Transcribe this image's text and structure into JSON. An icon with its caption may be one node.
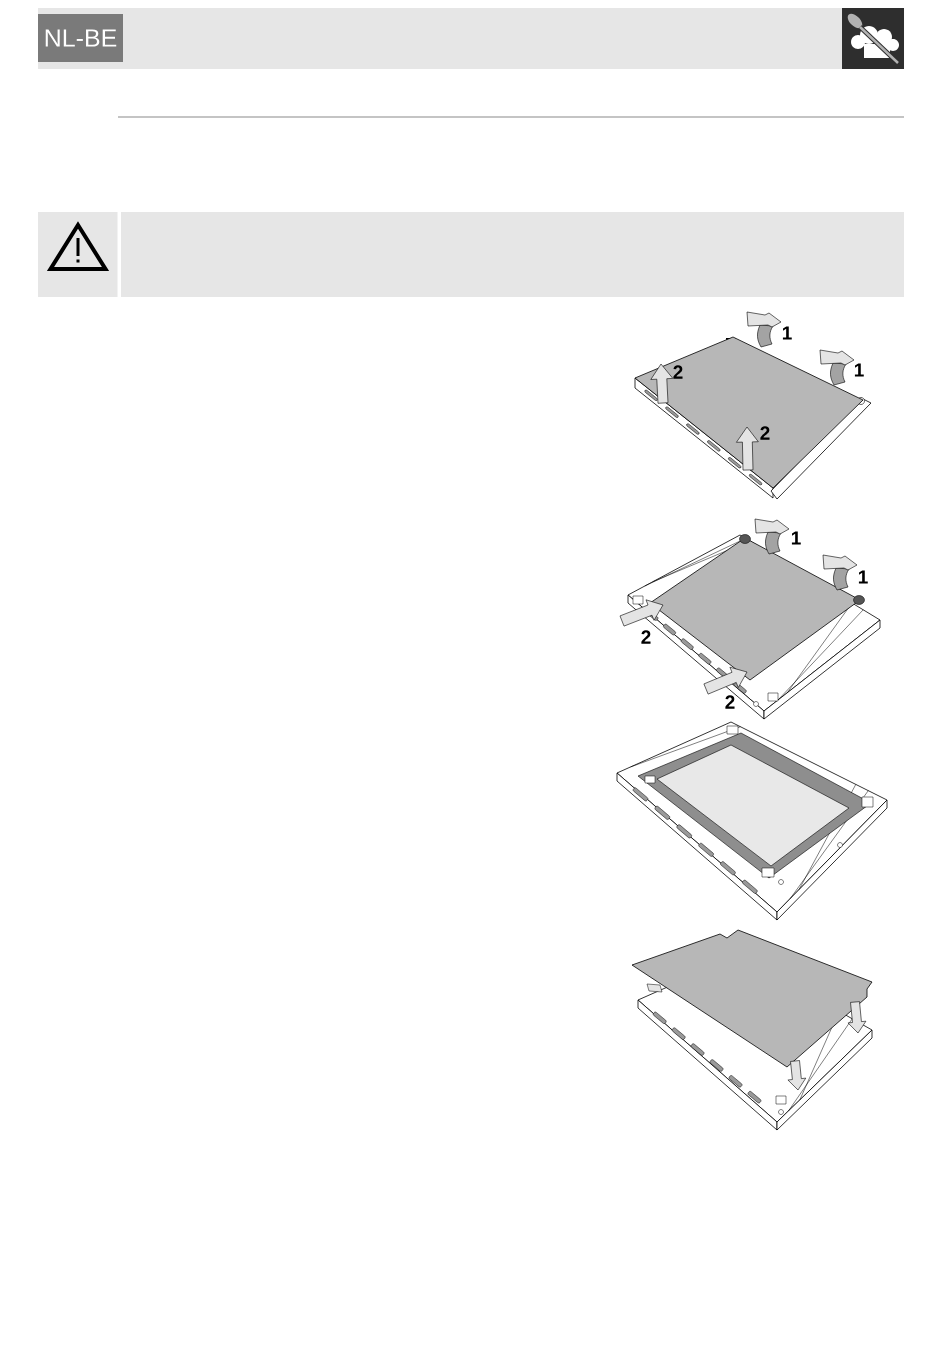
{
  "diagram": {
    "nodes": [
      {
        "text": [
          "NL-BE"
        ]
      }
    ],
    "labels": [
      "1",
      "1",
      "2",
      "2",
      "1",
      "1",
      "2",
      "2"
    ]
  }
}
